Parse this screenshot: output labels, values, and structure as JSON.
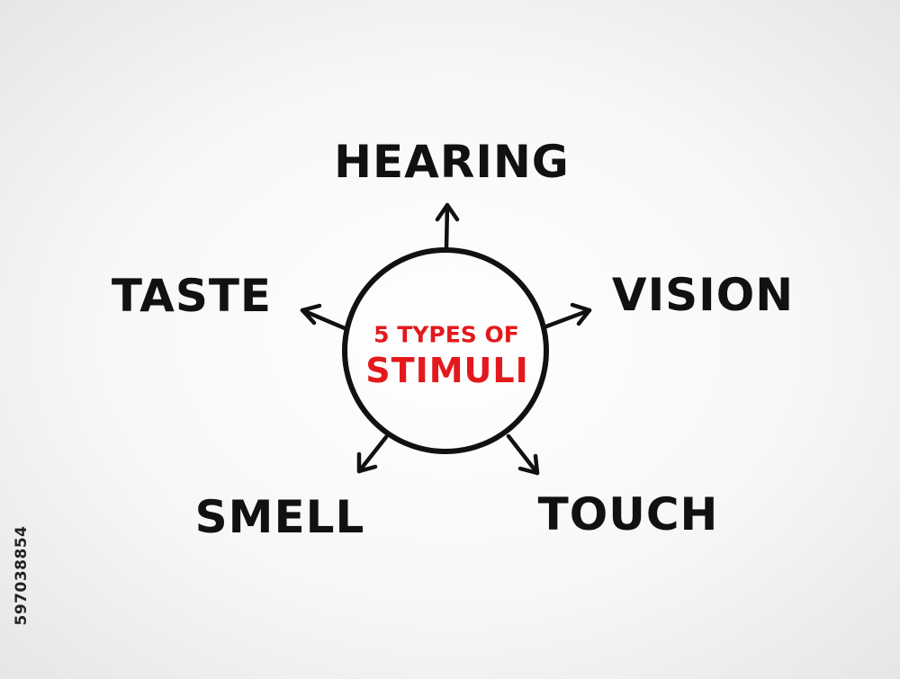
{
  "center": {
    "line1": "5 TYPES OF",
    "line2": "STIMULI"
  },
  "branches": [
    {
      "id": "hearing",
      "label": "HEARING"
    },
    {
      "id": "vision",
      "label": "VISION"
    },
    {
      "id": "touch",
      "label": "TOUCH"
    },
    {
      "id": "smell",
      "label": "SMELL"
    },
    {
      "id": "taste",
      "label": "TASTE"
    }
  ],
  "stock_id": "597038854",
  "colors": {
    "ink": "#111111",
    "accent": "#e3191c",
    "background": "#f7f7f7"
  }
}
